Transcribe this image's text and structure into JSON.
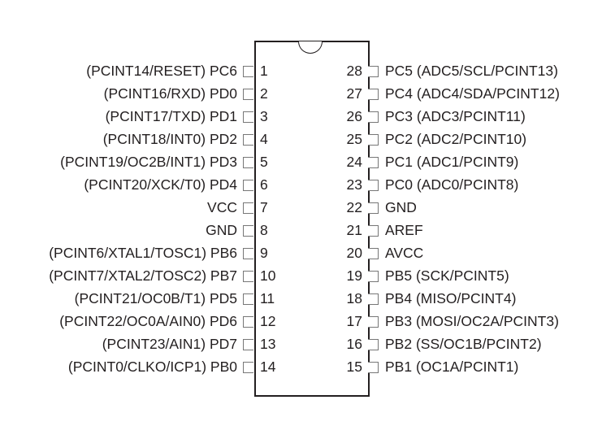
{
  "diagram": {
    "type": "ic-pinout",
    "package": "28-pin DIP",
    "left_pins": [
      {
        "num": "1",
        "label": "(PCINT14/RESET) PC6"
      },
      {
        "num": "2",
        "label": "(PCINT16/RXD) PD0"
      },
      {
        "num": "3",
        "label": "(PCINT17/TXD) PD1"
      },
      {
        "num": "4",
        "label": "(PCINT18/INT0) PD2"
      },
      {
        "num": "5",
        "label": "(PCINT19/OC2B/INT1) PD3"
      },
      {
        "num": "6",
        "label": "(PCINT20/XCK/T0) PD4"
      },
      {
        "num": "7",
        "label": "VCC"
      },
      {
        "num": "8",
        "label": "GND"
      },
      {
        "num": "9",
        "label": "(PCINT6/XTAL1/TOSC1) PB6"
      },
      {
        "num": "10",
        "label": "(PCINT7/XTAL2/TOSC2) PB7"
      },
      {
        "num": "11",
        "label": "(PCINT21/OC0B/T1) PD5"
      },
      {
        "num": "12",
        "label": "(PCINT22/OC0A/AIN0) PD6"
      },
      {
        "num": "13",
        "label": "(PCINT23/AIN1) PD7"
      },
      {
        "num": "14",
        "label": "(PCINT0/CLKO/ICP1) PB0"
      }
    ],
    "right_pins": [
      {
        "num": "28",
        "label": "PC5 (ADC5/SCL/PCINT13)"
      },
      {
        "num": "27",
        "label": "PC4 (ADC4/SDA/PCINT12)"
      },
      {
        "num": "26",
        "label": "PC3 (ADC3/PCINT11)"
      },
      {
        "num": "25",
        "label": "PC2 (ADC2/PCINT10)"
      },
      {
        "num": "24",
        "label": "PC1 (ADC1/PCINT9)"
      },
      {
        "num": "23",
        "label": "PC0 (ADC0/PCINT8)"
      },
      {
        "num": "22",
        "label": "GND"
      },
      {
        "num": "21",
        "label": "AREF"
      },
      {
        "num": "20",
        "label": "AVCC"
      },
      {
        "num": "19",
        "label": "PB5 (SCK/PCINT5)"
      },
      {
        "num": "18",
        "label": "PB4 (MISO/PCINT4)"
      },
      {
        "num": "17",
        "label": "PB3 (MOSI/OC2A/PCINT3)"
      },
      {
        "num": "16",
        "label": "PB2 (SS/OC1B/PCINT2)"
      },
      {
        "num": "15",
        "label": "PB1 (OC1A/PCINT1)"
      }
    ]
  }
}
